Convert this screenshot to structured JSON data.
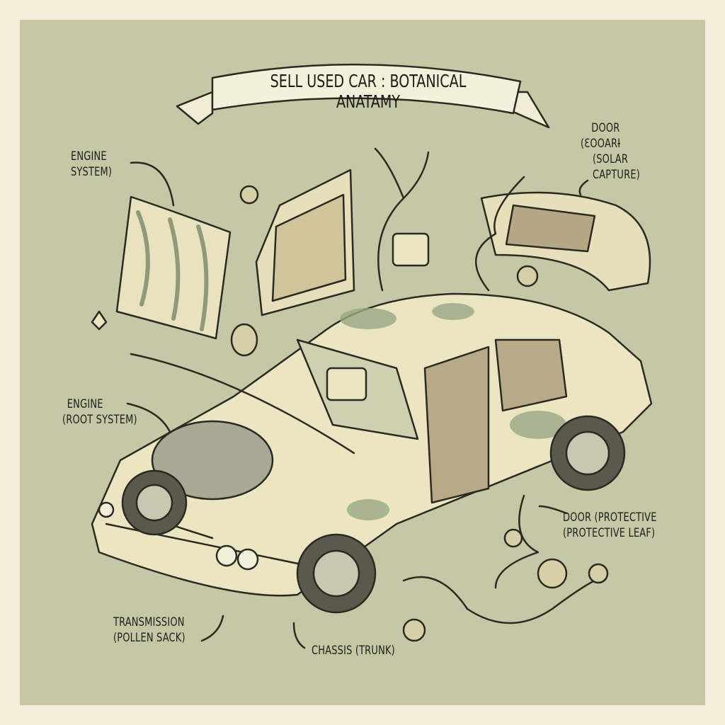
{
  "title": "SELL USED CAR : BOTANICAL ANATAMY",
  "labels": {
    "engine_system_top": [
      "ENGINE",
      "SYSTEM)"
    ],
    "door_solar": [
      "DOOR",
      "(ƐOOARƗ",
      "(SOLAR",
      "CAPTURE)"
    ],
    "engine_root": [
      "ENGINE",
      "(ROOT SYSTEM)"
    ],
    "door_protective": [
      "DOOR (PROTECTIVE",
      "(PROTECTIVE LEAF)"
    ],
    "transmission": [
      "TRANSMISSION",
      "(POLLEN SACK)"
    ],
    "chassis": "CHASSIS (TRUNK)"
  },
  "colors": {
    "background": "#c4c8a4",
    "frame": "#f4eedb",
    "ink": "#2a2a22",
    "car_body": "#ece5c2",
    "camo_green": "#9aa686"
  }
}
